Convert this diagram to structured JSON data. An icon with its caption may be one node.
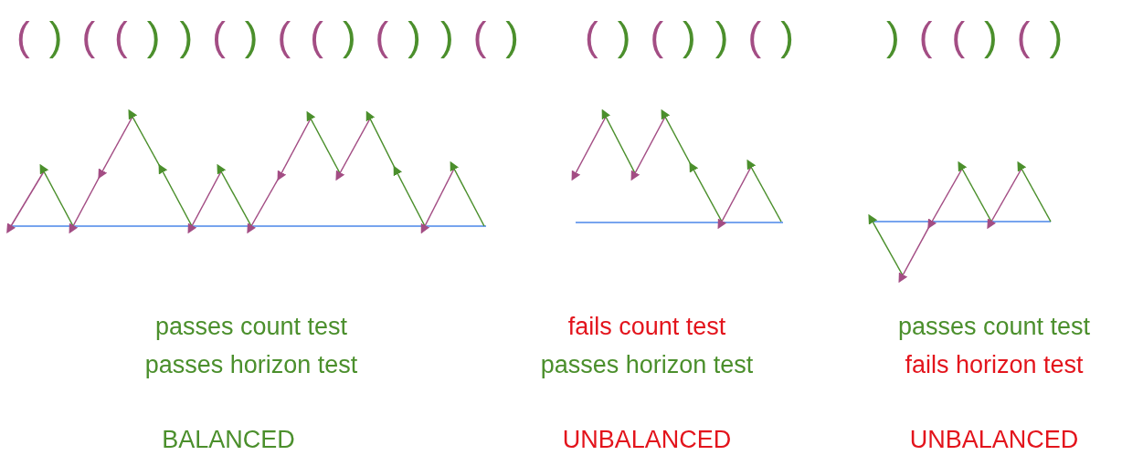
{
  "diagram": {
    "labels": [
      "( ) ( ( ) ) ( ) ( ( ) ( ) ) ( )",
      "( ) ( ) ) ( )",
      ") ( ( ) ( )",
      "passes count test",
      "fails count test",
      "passes count test",
      "passes horizon test",
      "passes horizon test",
      "fails horizon test",
      "BALANCED",
      "UNBALANCED",
      "UNBALANCED"
    ]
  }
}
